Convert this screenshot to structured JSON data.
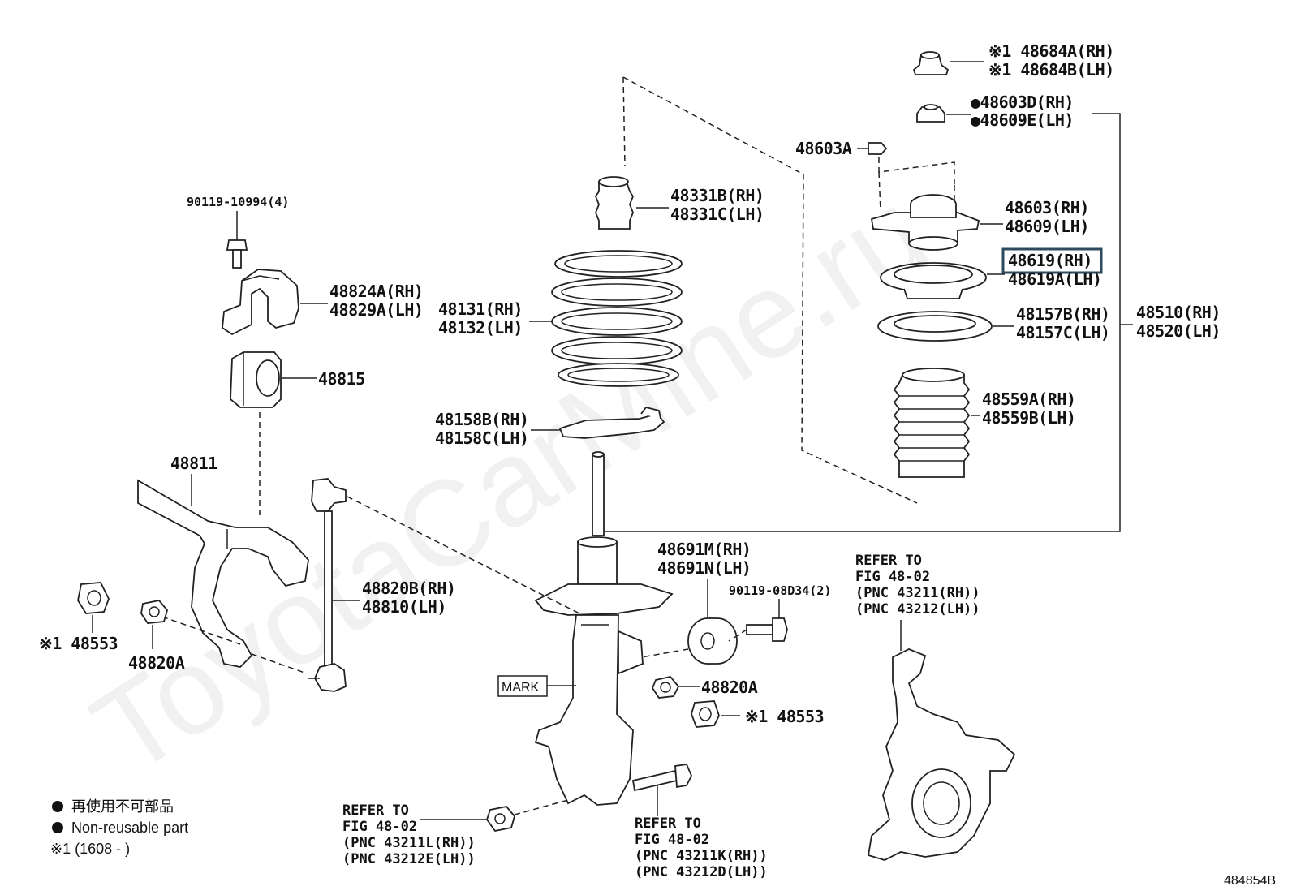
{
  "watermark": "ToyotaCarMine.ru",
  "diagram_id": "484854B",
  "legend": {
    "mark_1": "●",
    "non_reusable_jp": "再使用不可部品",
    "mark_2": "●",
    "non_reusable_en": "Non-reusable part",
    "note": "※1 (1608 -      )"
  },
  "labels": {
    "p48684a": "※1 48684A(RH)",
    "p48684b": "※1 48684B(LH)",
    "p48603d": "●48603D(RH)",
    "p48609e": "●48609E(LH)",
    "p48603a": "48603A",
    "p48331b": "48331B(RH)",
    "p48331c": "48331C(LH)",
    "p48603": "48603(RH)",
    "p48609": "48609(LH)",
    "p48619": "48619(RH)",
    "p48619a": "48619A(LH)",
    "p48131": "48131(RH)",
    "p48132": "48132(LH)",
    "p48157b": "48157B(RH)",
    "p48157c": "48157C(LH)",
    "p48510": "48510(RH)",
    "p48520": "48520(LH)",
    "p48559a": "48559A(RH)",
    "p48559b": "48559B(LH)",
    "p48158b": "48158B(RH)",
    "p48158c": "48158C(LH)",
    "p90119_10994": "90119-10994(4)",
    "p48824a": "48824A(RH)",
    "p48829a": "48829A(LH)",
    "p48815": "48815",
    "p48811": "48811",
    "p48820b": "48820B(RH)",
    "p48810": "48810(LH)",
    "p48553_left": "※1 48553",
    "p48820a_left": "48820A",
    "p48691m": "48691M(RH)",
    "p48691n": "48691N(LH)",
    "p90119_08d34": "90119-08D34(2)",
    "p48820a_right": "48820A",
    "p48553_right": "※1 48553",
    "mark": "MARK"
  },
  "refs": {
    "knuckle": [
      "REFER TO",
      "FIG 48-02",
      "(PNC 43211(RH))",
      "(PNC 43212(LH))"
    ],
    "nut": [
      "REFER TO",
      "FIG 48-02",
      "(PNC 43211L(RH))",
      "(PNC 43212E(LH))"
    ],
    "bolt": [
      "REFER TO",
      "FIG 48-02",
      "(PNC 43211K(RH))",
      "(PNC 43212D(LH))"
    ]
  }
}
